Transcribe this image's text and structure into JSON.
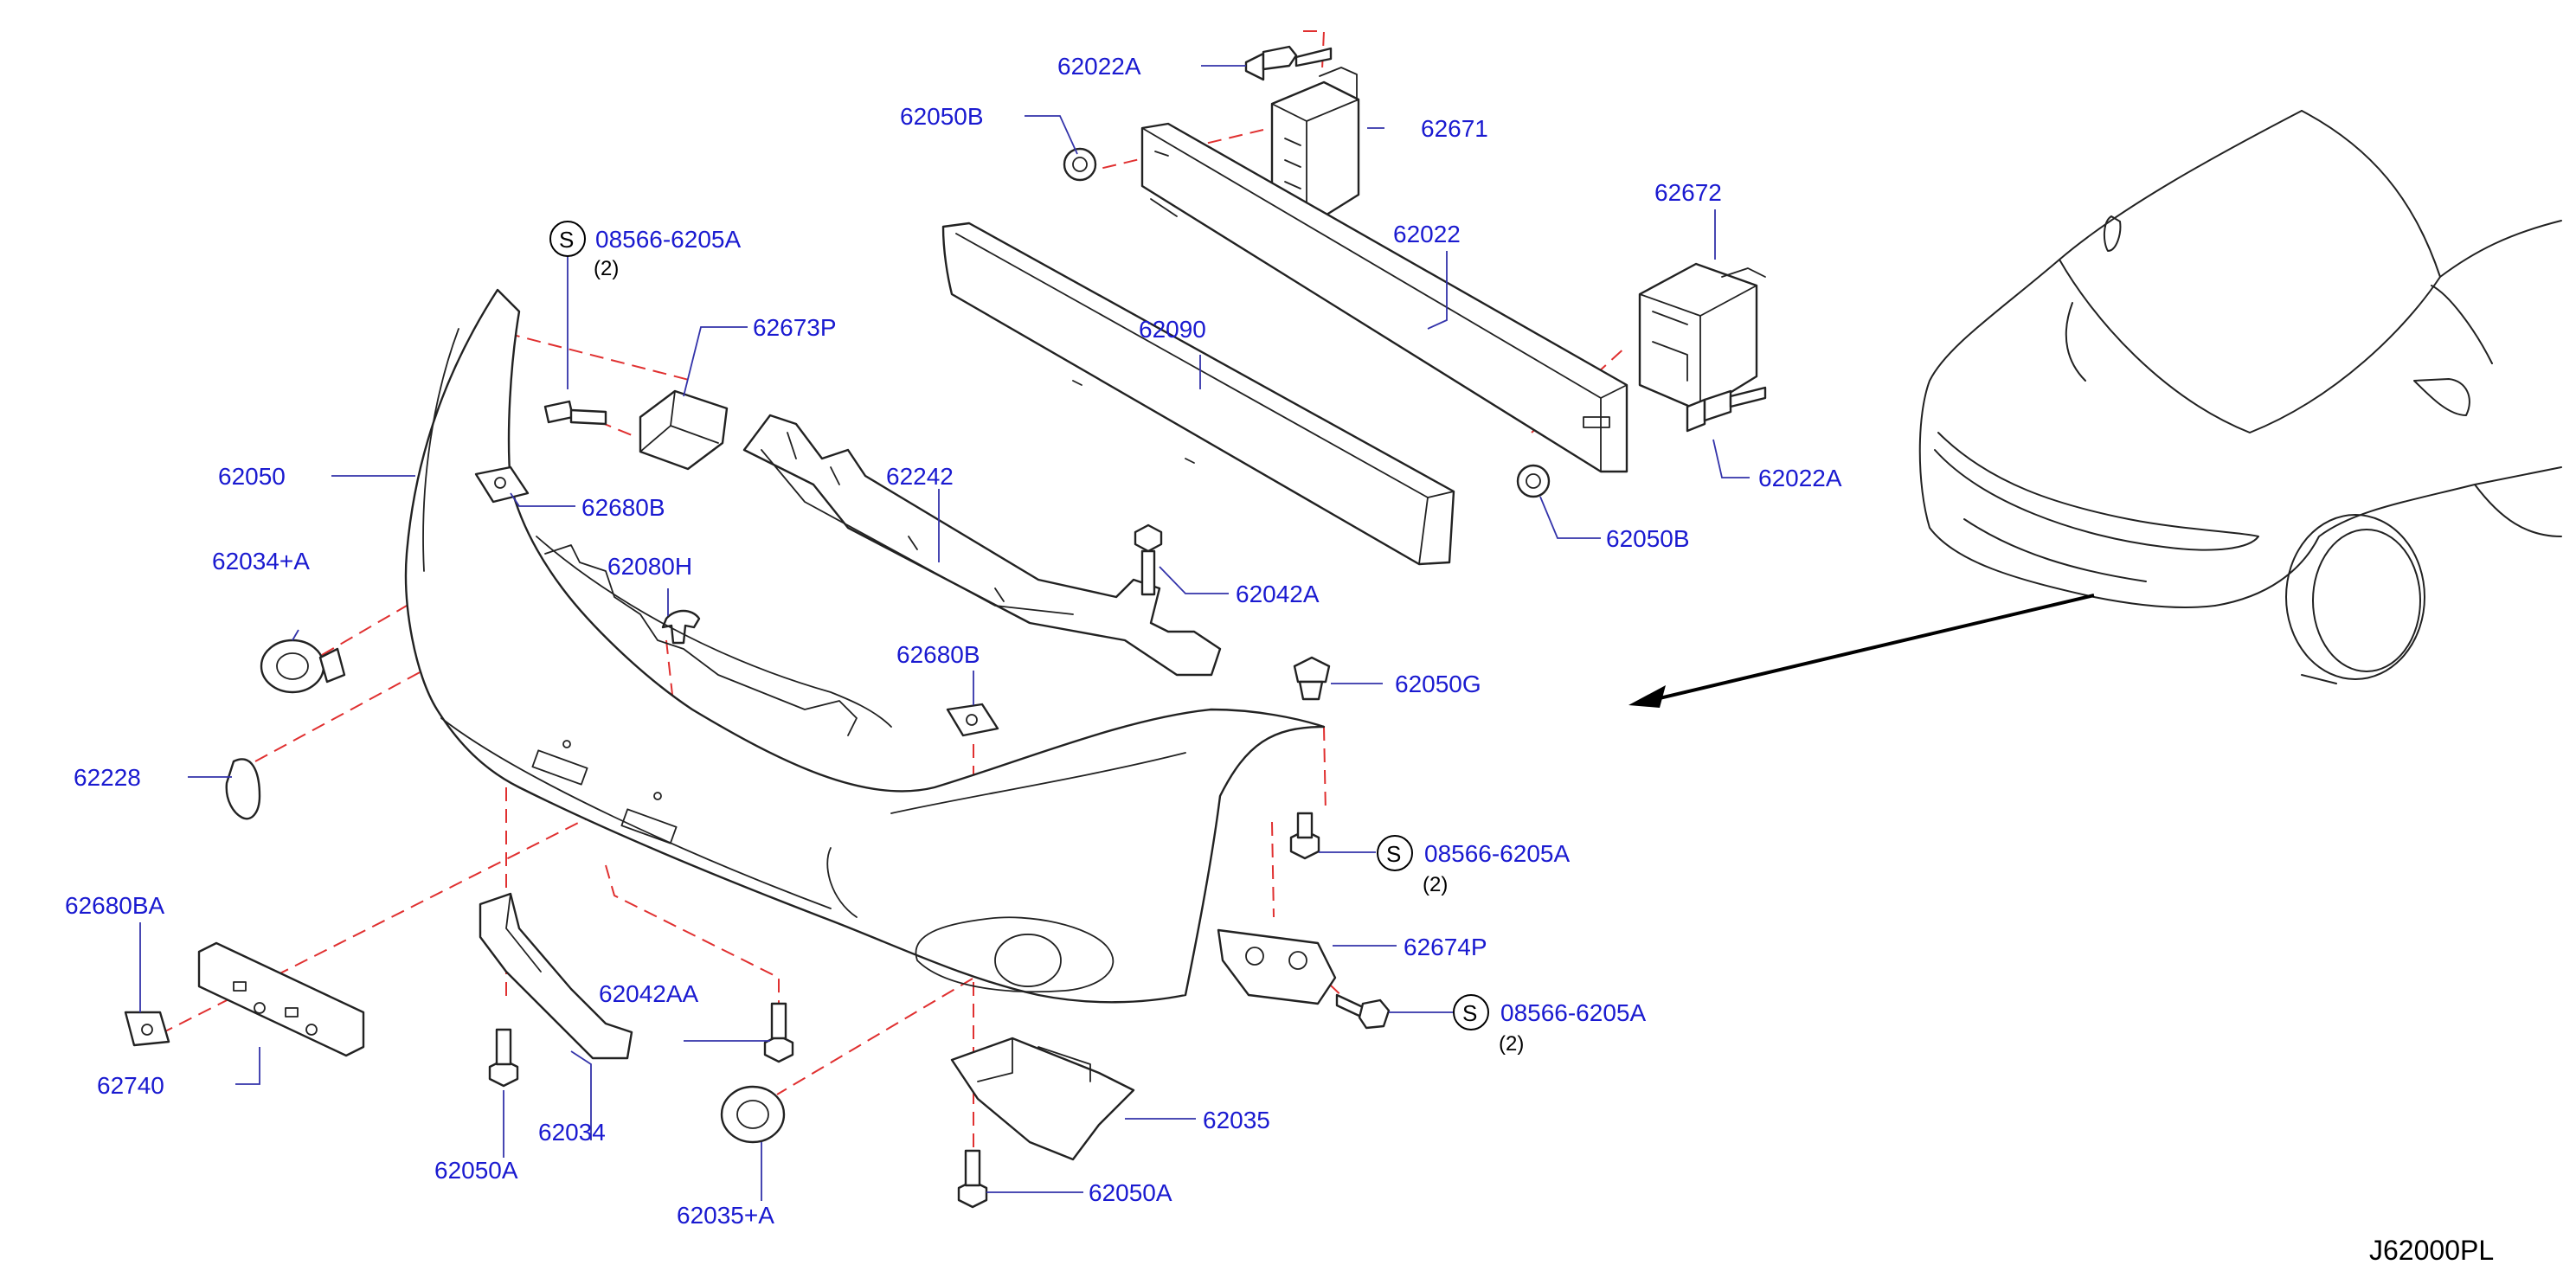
{
  "diagram_code": "J62000PL",
  "symbol": "S",
  "labels": {
    "p62022A_top": "62022A",
    "p62050B_top": "62050B",
    "p62671": "62671",
    "p62022": "62022",
    "p62672": "62672",
    "p62090": "62090",
    "p62022A_right": "62022A",
    "p62050B_right": "62050B",
    "p08566_top": "08566-6205A",
    "p08566_top_qty": "(2)",
    "p62673P": "62673P",
    "p62050": "62050",
    "p62680B_top": "62680B",
    "p62242": "62242",
    "p62042A": "62042A",
    "p62034A": "62034+A",
    "p62080H": "62080H",
    "p62228": "62228",
    "p62680B_mid": "62680B",
    "p62050G": "62050G",
    "p08566_mid": "08566-6205A",
    "p08566_mid_qty": "(2)",
    "p62674P": "62674P",
    "p08566_low": "08566-6205A",
    "p08566_low_qty": "(2)",
    "p62680BA": "62680BA",
    "p62740": "62740",
    "p62042AA": "62042AA",
    "p62034": "62034",
    "p62035": "62035",
    "p62050A_left": "62050A",
    "p62035A": "62035+A",
    "p62050A_right": "62050A"
  },
  "colors": {
    "label": "#1a1ad0",
    "leader": "#3333aa",
    "dashed_guide": "#e03030",
    "part_outline": "#222222"
  }
}
